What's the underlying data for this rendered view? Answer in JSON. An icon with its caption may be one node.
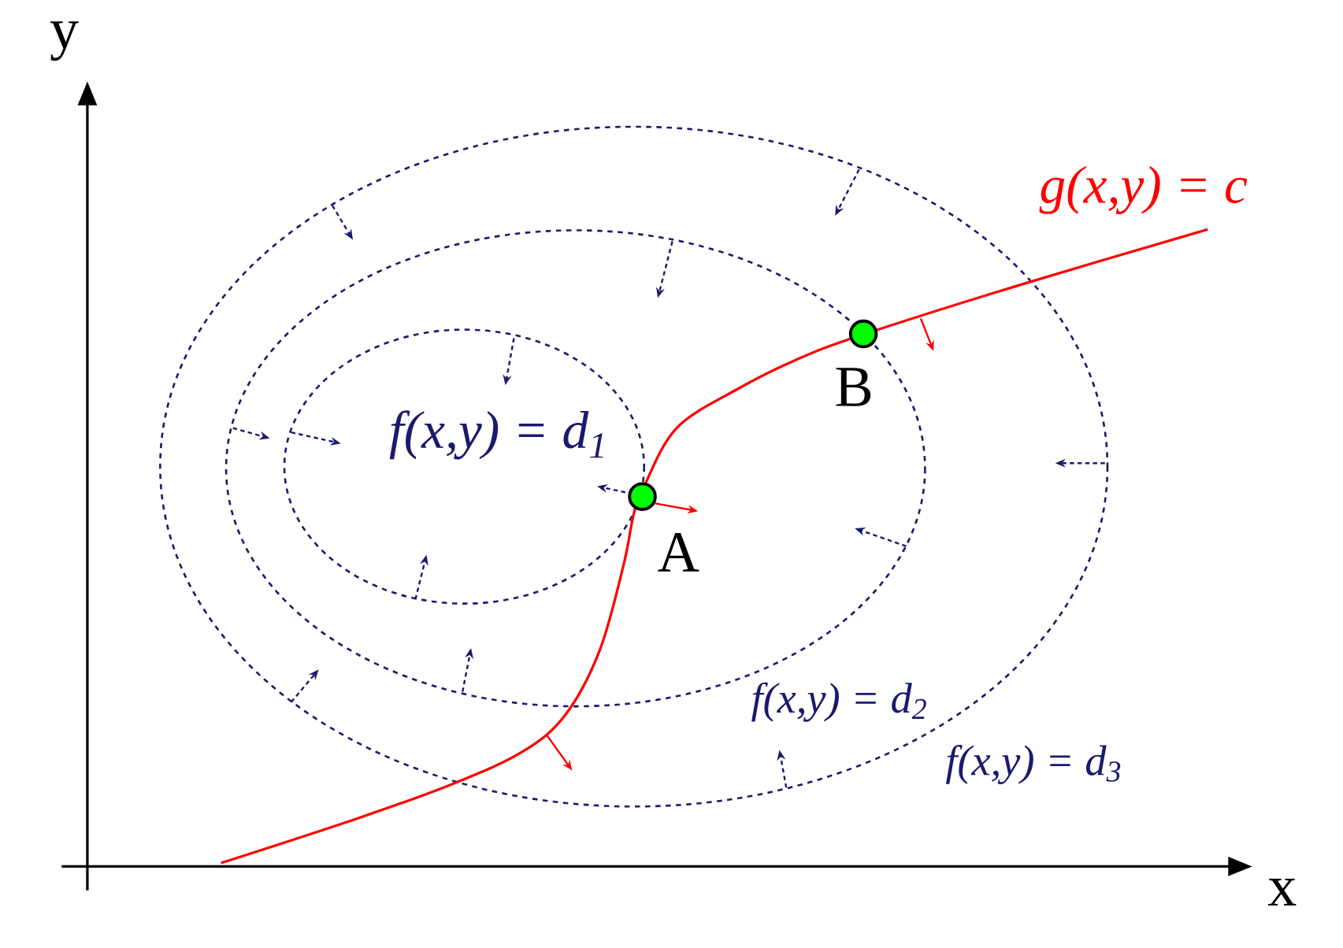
{
  "diagram": {
    "nodes": [
      {
        "text": [],
        "shape": "circle",
        "beside": [
          "A"
        ]
      },
      {
        "text": [],
        "shape": "circle",
        "beside": [
          "B"
        ]
      }
    ],
    "labels": [
      "y",
      "x",
      "g(x,y) = c",
      "f(x,y) = d$_{1}$",
      "f(x,y) = d$_{2}$",
      "f(x,y) = d$_{3}$"
    ]
  }
}
